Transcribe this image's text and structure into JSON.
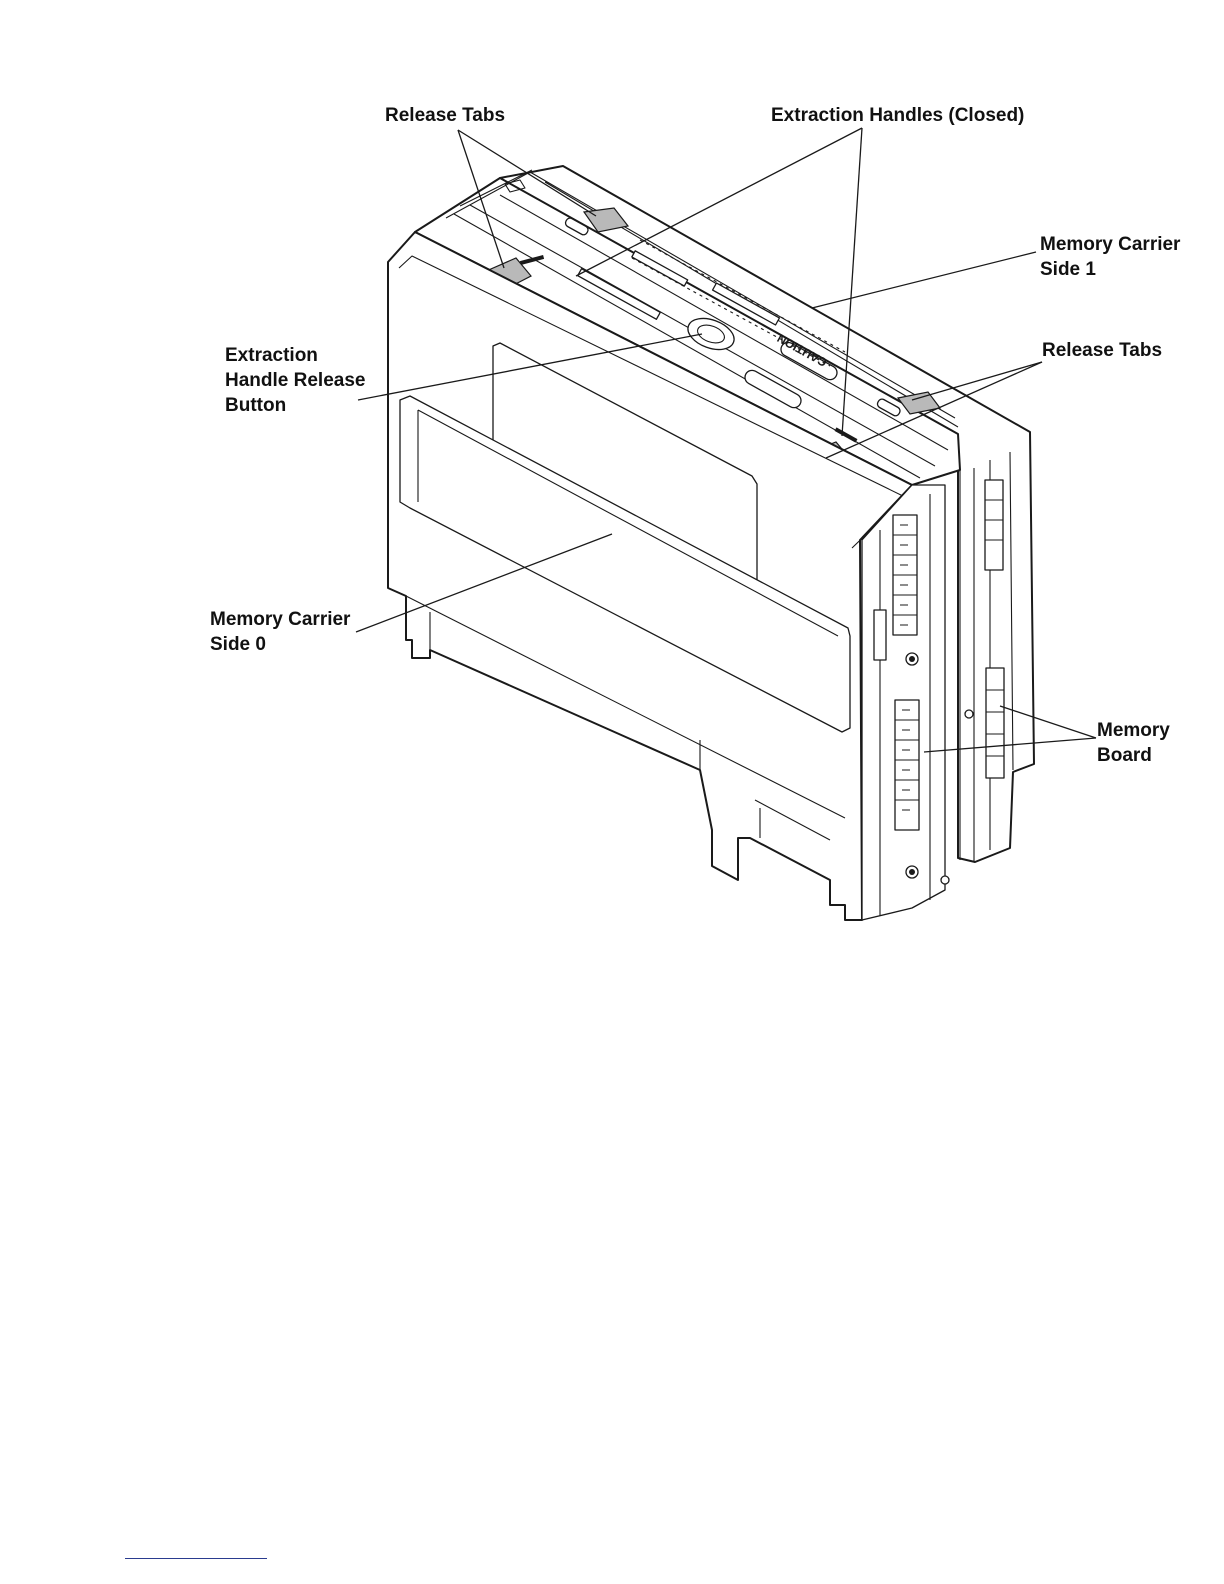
{
  "labels": {
    "release_tabs_top": "Release Tabs",
    "extraction_handles": "Extraction Handles (Closed)",
    "memory_carrier_side1": [
      "Memory Carrier",
      "Side 1"
    ],
    "extraction_handle_release_button": [
      "Extraction",
      "Handle Release",
      "Button"
    ],
    "release_tabs_right": "Release Tabs",
    "memory_carrier_side0": [
      "Memory Carrier",
      "Side 0"
    ],
    "memory_board": [
      "Memory",
      "Board"
    ],
    "caution_text": "CAUTION"
  },
  "colors": {
    "release_tab_fill": "#b9b9b9",
    "line": "#1a1a1a",
    "footer_rule": "#2a3b8f"
  }
}
